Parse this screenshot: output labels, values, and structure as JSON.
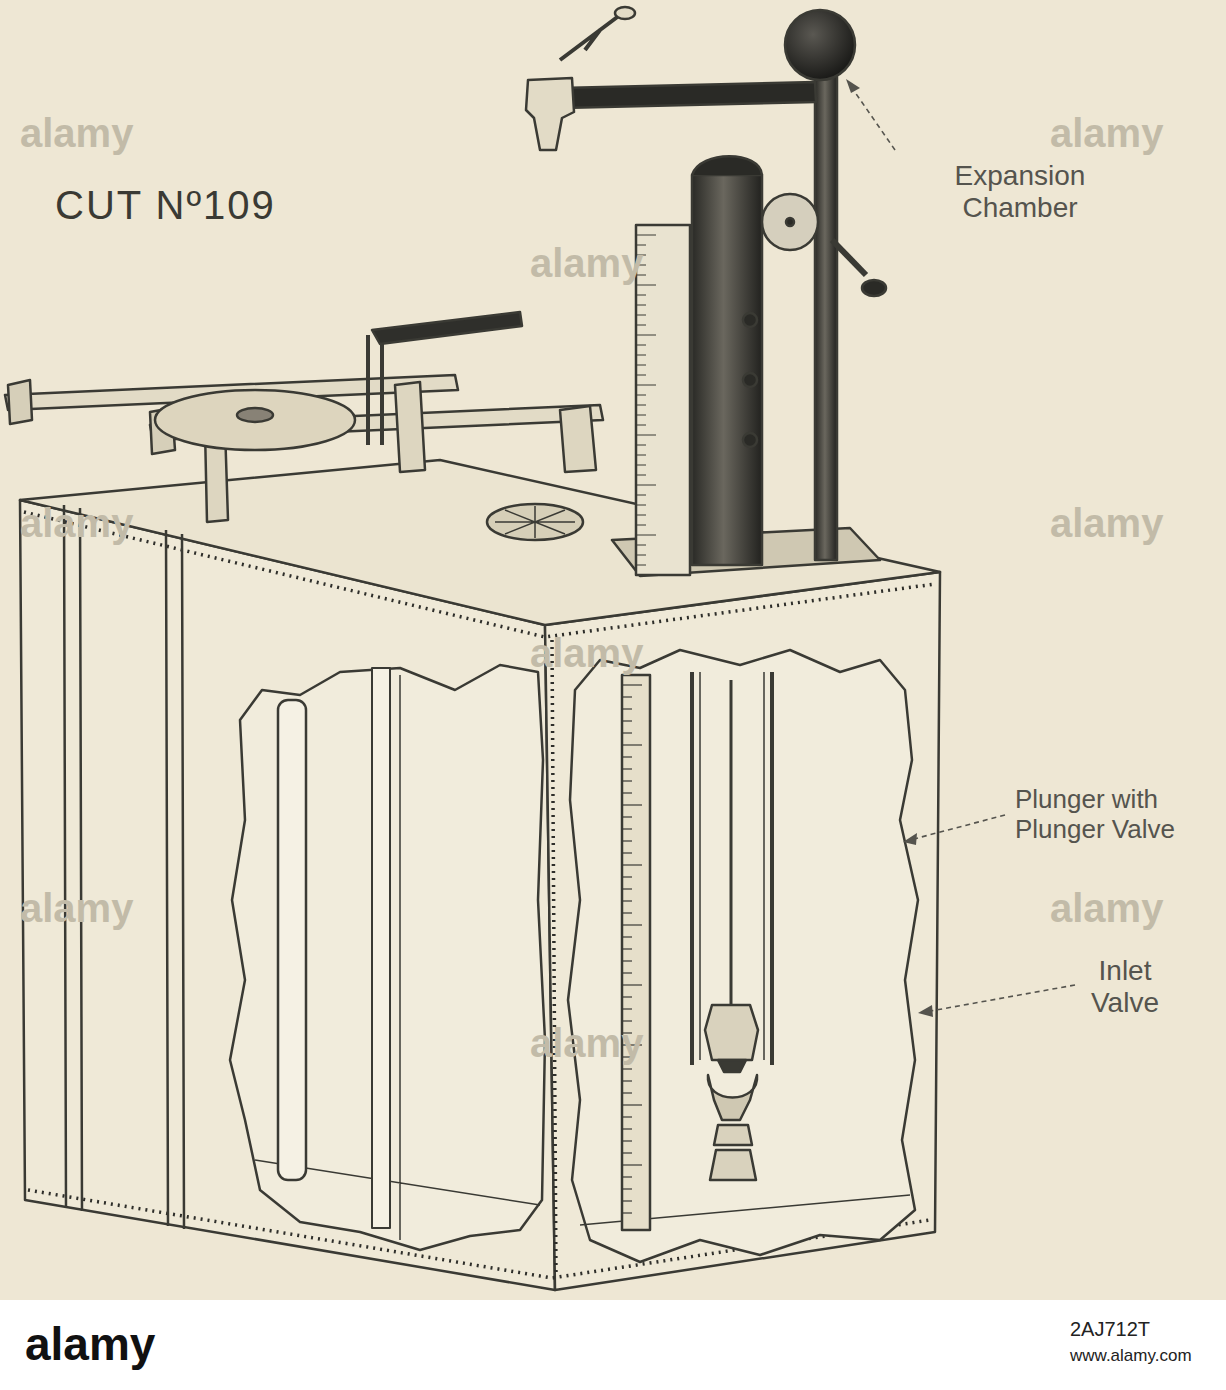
{
  "diagram": {
    "title": "CUT Nº109",
    "labels": [
      "Expansion Chamber",
      "Plunger with Plunger Valve",
      "Inlet Valve",
      "alamy",
      "alamy",
      "alamy",
      "alamy",
      "alamy",
      "alamy",
      "alamy",
      "alamy",
      "alamy",
      "alamy",
      "2AJ712T",
      "www.alamy.com"
    ]
  }
}
